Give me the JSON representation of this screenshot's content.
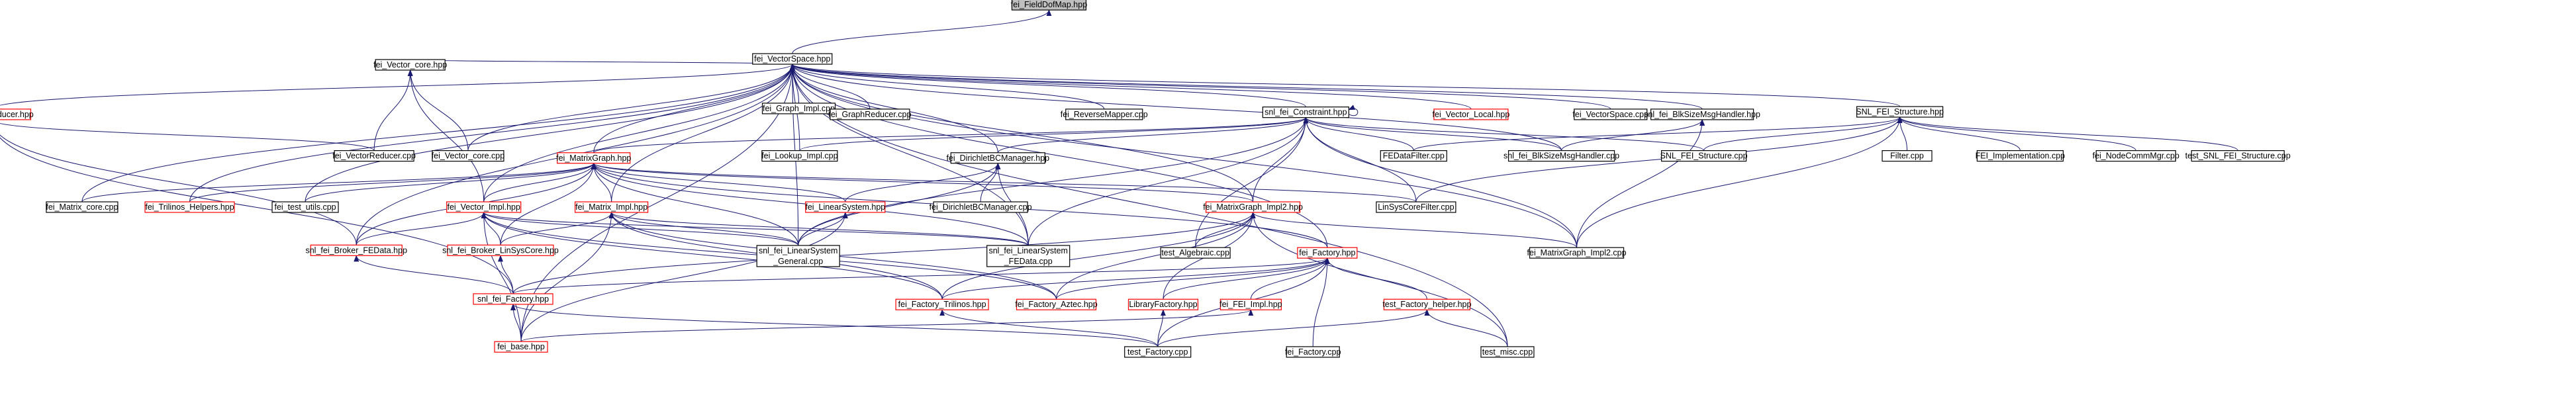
{
  "colors": {
    "background": "#ffffff",
    "root_fill": "#bfbfbf",
    "node_fill": "#ffffff",
    "border_documented": "#000000",
    "border_undocumented": "#ff0000",
    "edge": "#191970"
  },
  "nodes": [
    {
      "id": "fieldDof",
      "label": "fei_FieldDofMap.hpp",
      "root": true
    },
    {
      "id": "vspace",
      "label": "fei_VectorSpace.hpp"
    },
    {
      "id": "vreducer",
      "label": "fei_VectorReducer.hpp",
      "red": true
    },
    {
      "id": "vcore",
      "label": "fei_Vector_core.hpp"
    },
    {
      "id": "graphimpl",
      "label": "fei_Graph_Impl.cpp"
    },
    {
      "id": "graphreducer",
      "label": "fei_GraphReducer.cpp"
    },
    {
      "id": "revmapper",
      "label": "fei_ReverseMapper.cpp"
    },
    {
      "id": "snlconstraint",
      "label": "snl_fei_Constraint.hpp"
    },
    {
      "id": "vlocal",
      "label": "fei_Vector_Local.hpp",
      "red": true
    },
    {
      "id": "vspacecpp",
      "label": "fei_VectorSpace.cpp"
    },
    {
      "id": "blksize",
      "label": "snl_fei_BlkSizeMsgHandler.hpp"
    },
    {
      "id": "snlstruct",
      "label": "SNL_FEI_Structure.hpp"
    },
    {
      "id": "vreducercpp",
      "label": "fei_VectorReducer.cpp"
    },
    {
      "id": "vcorecpp",
      "label": "fei_Vector_core.cpp"
    },
    {
      "id": "lookup",
      "label": "fei_Lookup_Impl.cpp"
    },
    {
      "id": "dirichlet",
      "label": "fei_DirichletBCManager.hpp"
    },
    {
      "id": "fedatafilter",
      "label": "FEDataFilter.cpp"
    },
    {
      "id": "blksizecpp",
      "label": "snl_fei_BlkSizeMsgHandler.cpp"
    },
    {
      "id": "snlstructcpp",
      "label": "SNL_FEI_Structure.cpp"
    },
    {
      "id": "filter",
      "label": "Filter.cpp"
    },
    {
      "id": "feiimpl",
      "label": "FEI_Implementation.cpp"
    },
    {
      "id": "nodecomm",
      "label": "fei_NodeCommMgr.cpp"
    },
    {
      "id": "testsnl",
      "label": "test_SNL_FEI_Structure.cpp"
    },
    {
      "id": "matrixgraph",
      "label": "fei_MatrixGraph.hpp",
      "red": true
    },
    {
      "id": "matrixcore",
      "label": "fei_Matrix_core.cpp"
    },
    {
      "id": "trilinos",
      "label": "fei_Trilinos_Helpers.hpp",
      "red": true
    },
    {
      "id": "testutils",
      "label": "fei_test_utils.cpp"
    },
    {
      "id": "vimpl",
      "label": "fei_Vector_Impl.hpp",
      "red": true
    },
    {
      "id": "mimpl",
      "label": "fei_Matrix_Impl.hpp",
      "red": true
    },
    {
      "id": "linsys",
      "label": "fei_LinearSystem.hpp",
      "red": true
    },
    {
      "id": "dirichletcpp",
      "label": "fei_DirichletBCManager.cpp"
    },
    {
      "id": "mgimpl2",
      "label": "fei_MatrixGraph_Impl2.hpp",
      "red": true
    },
    {
      "id": "linsyscore",
      "label": "LinSysCoreFilter.cpp"
    },
    {
      "id": "brokerfe",
      "label": "snl_fei_Broker_FEData.hpp",
      "red": true
    },
    {
      "id": "brokerlsc",
      "label": "snl_fei_Broker_LinSysCore.hpp",
      "red": true
    },
    {
      "id": "lsgeneral",
      "label": [
        "snl_fei_LinearSystem",
        "_General.cpp"
      ]
    },
    {
      "id": "lsfedata",
      "label": [
        "snl_fei_LinearSystem",
        "_FEData.cpp"
      ]
    },
    {
      "id": "testalg",
      "label": "test_Algebraic.cpp"
    },
    {
      "id": "factoryhpp",
      "label": "fei_Factory.hpp",
      "red": true
    },
    {
      "id": "mgimpl2cpp",
      "label": "fei_MatrixGraph_Impl2.cpp"
    },
    {
      "id": "snlfactory",
      "label": "snl_fei_Factory.hpp",
      "red": true
    },
    {
      "id": "ftrilinos",
      "label": "fei_Factory_Trilinos.hpp",
      "red": true
    },
    {
      "id": "faztec",
      "label": "fei_Factory_Aztec.hpp",
      "red": true
    },
    {
      "id": "libfactory",
      "label": "LibraryFactory.hpp",
      "red": true
    },
    {
      "id": "feiimplhpp",
      "label": "fei_FEI_Impl.hpp",
      "red": true
    },
    {
      "id": "testfh",
      "label": "test_Factory_helper.hpp",
      "red": true
    },
    {
      "id": "base",
      "label": "fei_base.hpp",
      "red": true
    },
    {
      "id": "testfactory",
      "label": "test_Factory.cpp"
    },
    {
      "id": "ffactorycpp",
      "label": "fei_Factory.cpp"
    },
    {
      "id": "testmisc",
      "label": "test_misc.cpp"
    }
  ]
}
